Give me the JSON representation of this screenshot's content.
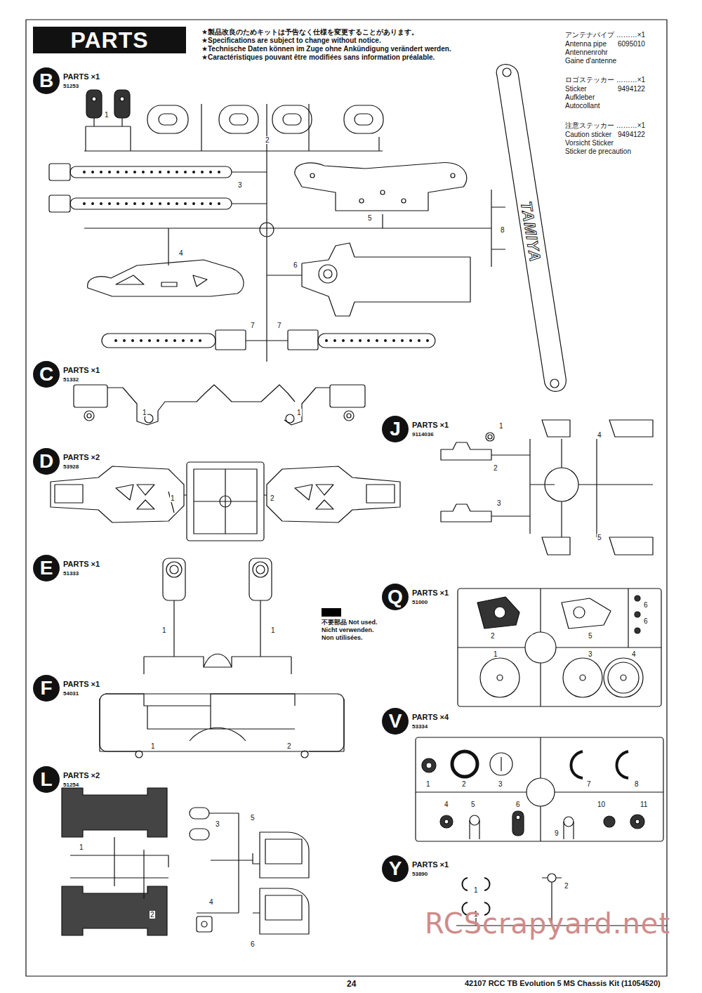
{
  "diagram": {
    "nodes": [
      {
        "text": [
          "PARTS"
        ]
      },
      {
        "text": [
          "B"
        ]
      },
      {
        "text": [
          "C"
        ]
      },
      {
        "text": [
          "J"
        ]
      },
      {
        "text": [
          "D"
        ]
      },
      {
        "text": [
          "E"
        ]
      },
      {
        "text": [
          "Q"
        ]
      },
      {
        "text": [
          "F"
        ]
      },
      {
        "text": [
          "V"
        ]
      },
      {
        "text": [
          "L"
        ]
      },
      {
        "text": [
          "Y"
        ]
      }
    ],
    "labels": [
      "★製品改良のためキットは予告なく仕様を変更することがあります。",
      "★Specifications are subject to change without notice.",
      "★Technische Daten können im Zuge ohne Ankündigung verändert werden.",
      "★Caractéristiques pouvant être modifiées sans information préalable.",
      "アンテナパイプ ………×1",
      "Antenna pipe",
      "6095010",
      "Antennenrohr",
      "Gaine d'antenne",
      "ロゴステッカー ………×1",
      "Sticker",
      "9494122",
      "Aufkleber",
      "Autocollant",
      "注意ステッカー ………×1",
      "Caution sticker",
      "9494122",
      "Vorsicht Sticker",
      "Sticker de precaution",
      "PARTS ×1",
      "51253",
      "1",
      "2",
      "3",
      "4",
      "5",
      "6",
      "7",
      "7",
      "8",
      "TAMIYA",
      "PARTS ×1",
      "51332",
      "1",
      "1",
      "PARTS ×1",
      "9114036",
      "1",
      "2",
      "3",
      "4",
      "5",
      "PARTS ×2",
      "53928",
      "1",
      "2",
      "PARTS ×1",
      "51333",
      "1",
      "1",
      "PARTS ×1",
      "51000",
      "2",
      "5",
      "6",
      "6",
      "1",
      "3",
      "4",
      "PARTS ×1",
      "54031",
      "1",
      "2",
      "PARTS ×4",
      "53334",
      "1",
      "2",
      "3",
      "7",
      "8",
      "4",
      "5",
      "6",
      "9",
      "10",
      "11",
      "PARTS ×2",
      "51254",
      "1",
      "2",
      "3",
      "5",
      "4",
      "6",
      "PARTS ×1",
      "53890",
      "1",
      "1",
      "2",
      "24",
      "42107 RCC TB Evolution 5 MS Chassis Kit (11054520)",
      "RCScrapyard.net"
    ],
    "legend": [
      {
        "text": "不要部品 Not used. Nicht verwenden. Non utilisées.",
        "color": "#000000"
      }
    ]
  }
}
